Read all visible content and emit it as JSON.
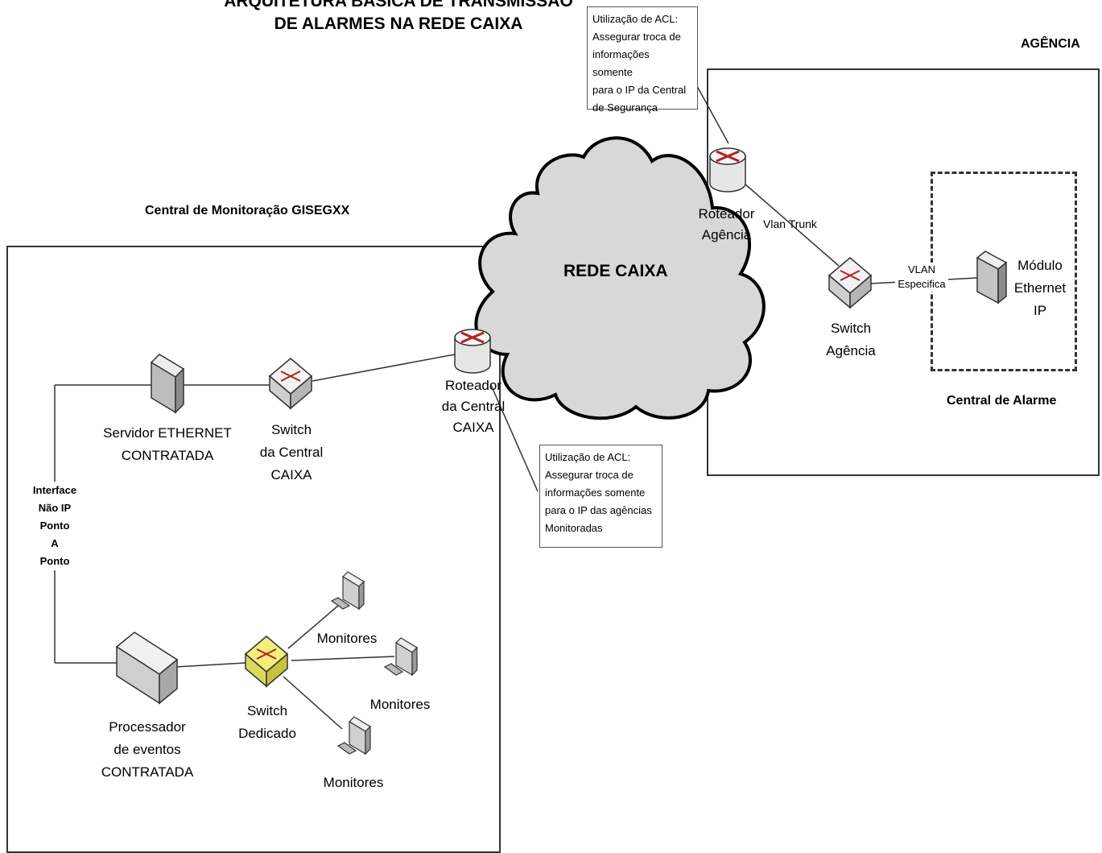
{
  "title": {
    "line1": "ARQUITETURA BÁSICA DE TRANSMISSÃO",
    "line2": "DE ALARMES NA REDE CAIXA"
  },
  "regions": {
    "central_title": "Central de Monitoração GISEGXX",
    "agencia_title": "AGÊNCIA",
    "alarme_title": "Central de Alarme"
  },
  "cloud": {
    "label": "REDE CAIXA"
  },
  "notes": {
    "top": [
      "Utilização de ACL:",
      "Assegurar troca de",
      "informações somente",
      "para o IP da Central",
      "de Segurança"
    ],
    "bottom": [
      "Utilização de ACL:",
      "Assegurar troca de",
      "informações somente",
      "para o IP das agências",
      "Monitoradas"
    ]
  },
  "devices": {
    "roteador_agencia": [
      "Roteador",
      "Agência"
    ],
    "switch_agencia": [
      "Switch",
      "Agência"
    ],
    "modulo": [
      "Módulo",
      "Ethernet",
      "IP"
    ],
    "roteador_central": [
      "Roteador",
      "da Central",
      "CAIXA"
    ],
    "switch_central": [
      "Switch",
      "da Central",
      "CAIXA"
    ],
    "servidor": [
      "Servidor ETHERNET",
      "CONTRATADA"
    ],
    "processador": [
      "Processador",
      "de eventos",
      "CONTRATADA"
    ],
    "switch_dedicado": [
      "Switch",
      "Dedicado"
    ],
    "monitor1": "Monitores",
    "monitor2": "Monitores",
    "monitor3": "Monitores"
  },
  "links": {
    "vlan_trunk": "Vlan Trunk",
    "vlan_especifica": [
      "VLAN",
      "Especifica"
    ],
    "interface": [
      "Interface",
      "Não IP",
      "Ponto",
      "A",
      "Ponto"
    ]
  },
  "colors": {
    "cloud_fill": "#d8d8d8",
    "router_arrows": "#b22222",
    "switch_dedicado": "#f2f07a"
  }
}
